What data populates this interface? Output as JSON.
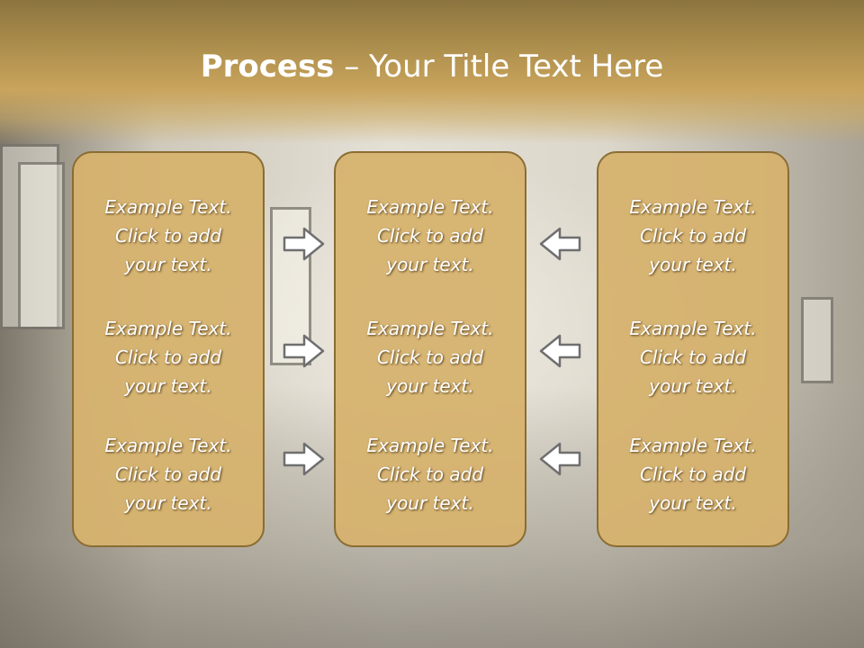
{
  "slide": {
    "title_bold": "Process",
    "title_rest": " – Your Title Text Here"
  },
  "columns": [
    {
      "blocks": [
        {
          "line1": "Example Text.",
          "line2": "Click  to add",
          "line3": "your text."
        },
        {
          "line1": "Example Text.",
          "line2": "Click  to add",
          "line3": "your text."
        },
        {
          "line1": "Example Text.",
          "line2": "Click  to add",
          "line3": "your text."
        }
      ]
    },
    {
      "blocks": [
        {
          "line1": "Example Text.",
          "line2": "Click  to add",
          "line3": "your text."
        },
        {
          "line1": "Example Text.",
          "line2": "Click  to add",
          "line3": "your text."
        },
        {
          "line1": "Example Text.",
          "line2": "Click  to add",
          "line3": "your text."
        }
      ]
    },
    {
      "blocks": [
        {
          "line1": "Example Text.",
          "line2": "Click  to add",
          "line3": "your text."
        },
        {
          "line1": "Example Text.",
          "line2": "Click  to add",
          "line3": "your text."
        },
        {
          "line1": "Example Text.",
          "line2": "Click  to add",
          "line3": "your text."
        }
      ]
    }
  ],
  "arrows": {
    "left_group": "arrow-right-icon",
    "right_group": "arrow-left-icon"
  },
  "colors": {
    "title_band": "#c9a45c",
    "panel_fill": "#d6b26e",
    "panel_border": "#8a6d33",
    "text": "#ffffff"
  }
}
